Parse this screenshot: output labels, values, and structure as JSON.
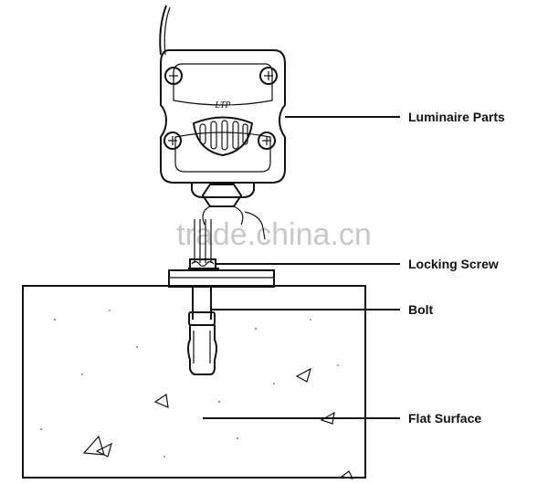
{
  "diagram": {
    "device_brand": "LTP",
    "watermark": "trade.china.cn",
    "callouts": {
      "luminaire": "Luminaire Parts",
      "locking_screw": "Locking Screw",
      "bolt": "Bolt",
      "flat_surface": "Flat Surface"
    }
  }
}
